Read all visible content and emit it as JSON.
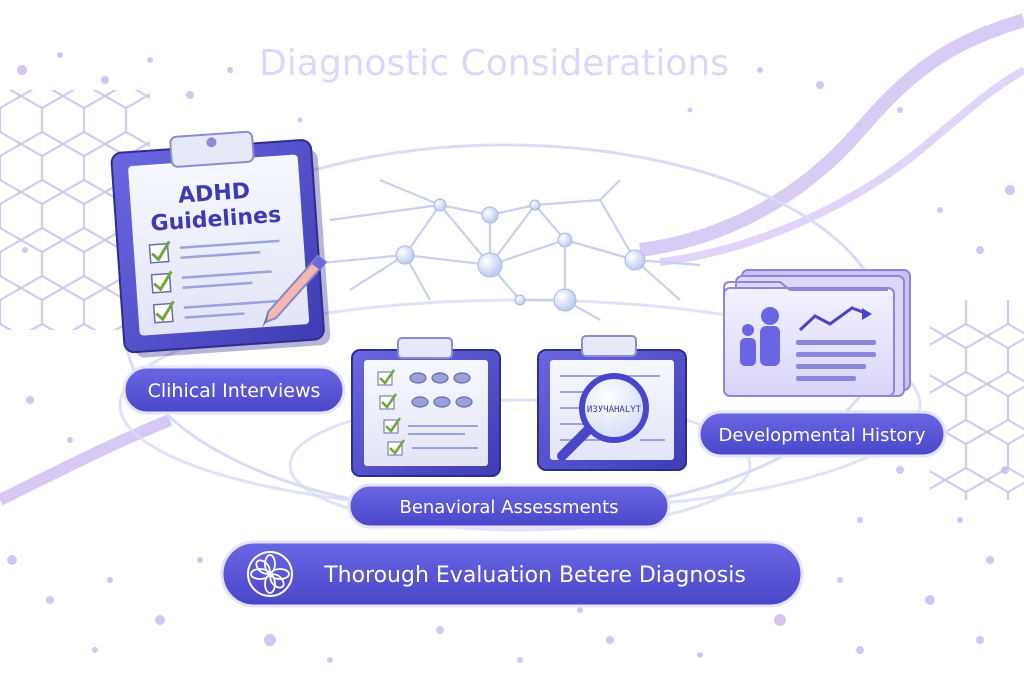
{
  "title": "Diagnostic Considerations",
  "clipboard_main": {
    "line1": "ADHD",
    "line2": "Guidelines"
  },
  "magnifier_text": "ИЗУЧАНАLYT",
  "labels": {
    "clinical": "Clihical Interviews",
    "behavioral": "Benavioral Assessments",
    "developmental": "Developmental History",
    "summary": "Thorough Evaluation Betere Diagnosis"
  },
  "colors": {
    "accent": "#5b57d6",
    "accent_dark": "#3c3aa8",
    "lavender": "#b9a8ee",
    "paper": "#eef0fb"
  },
  "icons": {
    "summary_icon": "brain-flower-icon",
    "checkmark": "check-icon",
    "pen": "pen-icon",
    "magnifier": "magnifier-icon",
    "folder": "folder-icon"
  }
}
